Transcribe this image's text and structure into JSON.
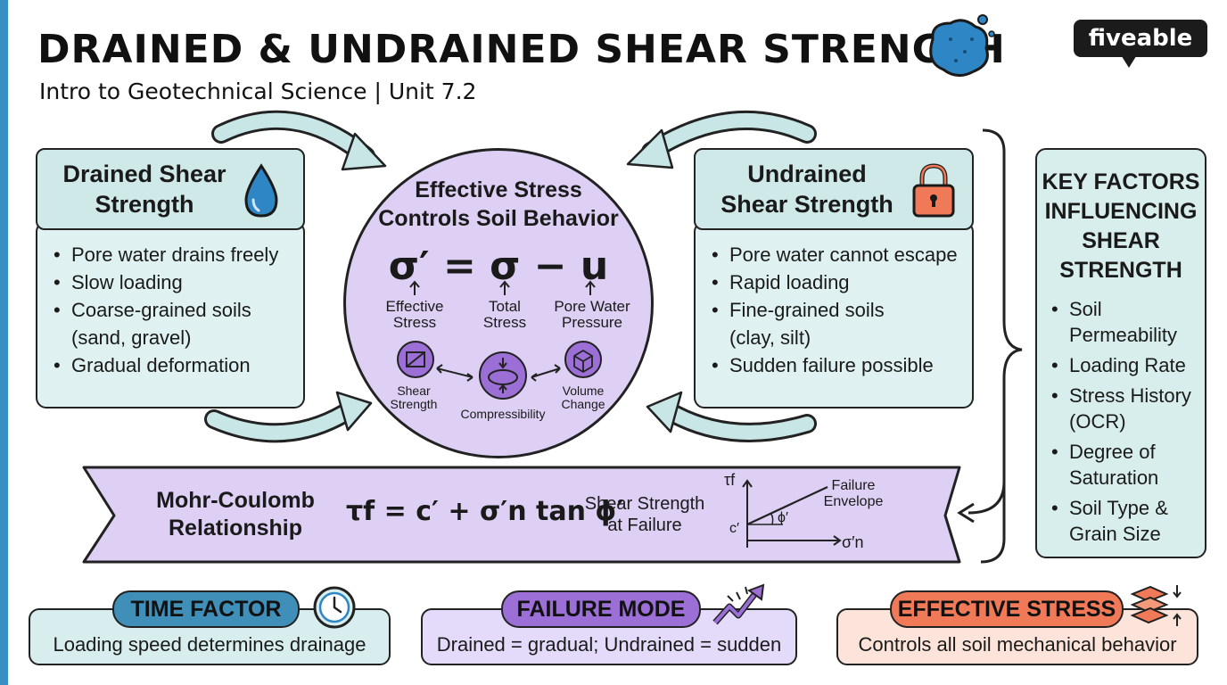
{
  "header": {
    "title": "DRAINED & UNDRAINED SHEAR STRENGTH",
    "subtitle": "Intro to Geotechnical Science | Unit 7.2",
    "logo": "fiveable"
  },
  "drained": {
    "title_line1": "Drained Shear",
    "title_line2": "Strength",
    "icon": "water-drop-icon",
    "bullets": [
      "Pore water drains freely",
      "Slow loading",
      "Coarse-grained soils",
      "(sand, gravel)",
      "Gradual deformation"
    ]
  },
  "undrained": {
    "title_line1": "Undrained",
    "title_line2": "Shear Strength",
    "icon": "padlock-icon",
    "bullets": [
      "Pore water cannot escape",
      "Rapid loading",
      "Fine-grained soils",
      "(clay, silt)",
      "Sudden failure possible"
    ]
  },
  "center": {
    "title_line1": "Effective Stress",
    "title_line2": "Controls Soil Behavior",
    "formula": "σ′ = σ − u",
    "labels": {
      "effective_1": "Effective",
      "effective_2": "Stress",
      "total_1": "Total",
      "total_2": "Stress",
      "pore_1": "Pore Water",
      "pore_2": "Pressure"
    },
    "icons": {
      "shear_1": "Shear",
      "shear_2": "Strength",
      "compress": "Compressibility",
      "volume_1": "Volume",
      "volume_2": "Change"
    }
  },
  "mohr": {
    "title_line1": "Mohr-Coulomb",
    "title_line2": "Relationship",
    "equation": "τf = c′ + σ′n tan ϕ′",
    "desc_line1": "Shear Strength",
    "desc_line2": "at Failure",
    "graph": {
      "y_label": "τf",
      "x_label": "σ′n",
      "c_label": "c′",
      "phi_label": "ϕ′",
      "envelope_1": "Failure",
      "envelope_2": "Envelope"
    }
  },
  "key_factors": {
    "title_line1": "KEY FACTORS",
    "title_line2": "INFLUENCING",
    "title_line3": "SHEAR",
    "title_line4": "STRENGTH",
    "items": [
      {
        "l1": "Soil",
        "l2": "Permeability"
      },
      {
        "l1": "Loading Rate",
        "l2": ""
      },
      {
        "l1": "Stress History",
        "l2": "(OCR)"
      },
      {
        "l1": "Degree of",
        "l2": "Saturation"
      },
      {
        "l1": "Soil Type &",
        "l2": "Grain Size"
      }
    ]
  },
  "bottom": {
    "time": {
      "label": "TIME FACTOR",
      "desc": "Loading speed determines drainage",
      "icon": "clock-icon"
    },
    "failure": {
      "label": "FAILURE MODE",
      "desc": "Drained = gradual; Undrained = sudden",
      "icon": "zigzag-arrow-icon"
    },
    "effective": {
      "label": "EFFECTIVE STRESS",
      "desc": "Controls all soil mechanical behavior",
      "icon": "soil-layers-icon"
    }
  },
  "colors": {
    "teal_panel": "#e0f1f1",
    "purple": "#ddd0f4",
    "blue_pill": "#3f8fb8",
    "purple_pill": "#9b6fd6",
    "orange_pill": "#f07a58"
  }
}
